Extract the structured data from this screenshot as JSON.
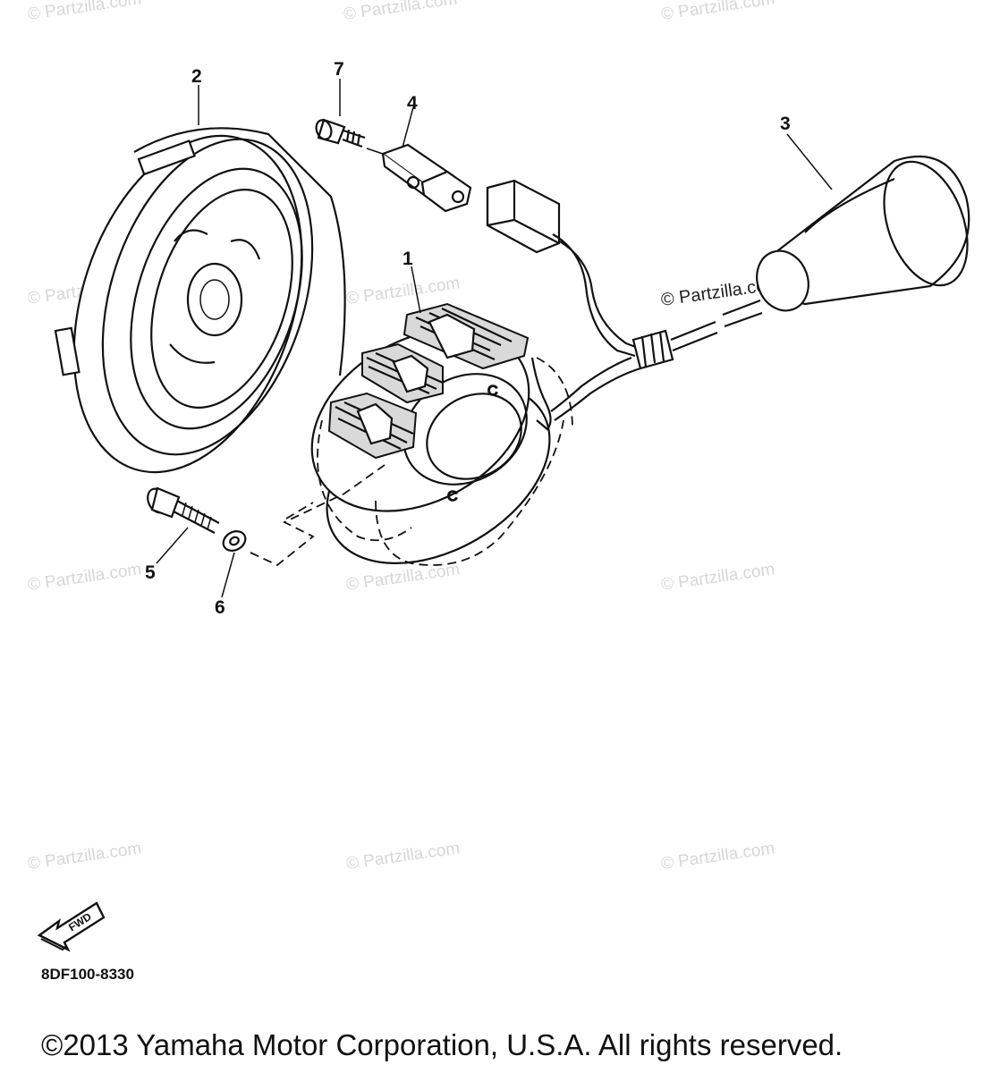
{
  "watermark": "© Partzilla.com",
  "labels": {
    "p1": "1",
    "p2": "2",
    "p3": "3",
    "p4": "4",
    "p5": "5",
    "p6": "6",
    "p7": "7"
  },
  "fwd_label": "FWD",
  "diagram_code": "8DF100-8330",
  "copyright": "©2013  Yamaha Motor Corporation, U.S.A. All rights reserved.",
  "colors": {
    "line": "#111111",
    "watermark": "#d7d7d7",
    "background": "#ffffff"
  }
}
